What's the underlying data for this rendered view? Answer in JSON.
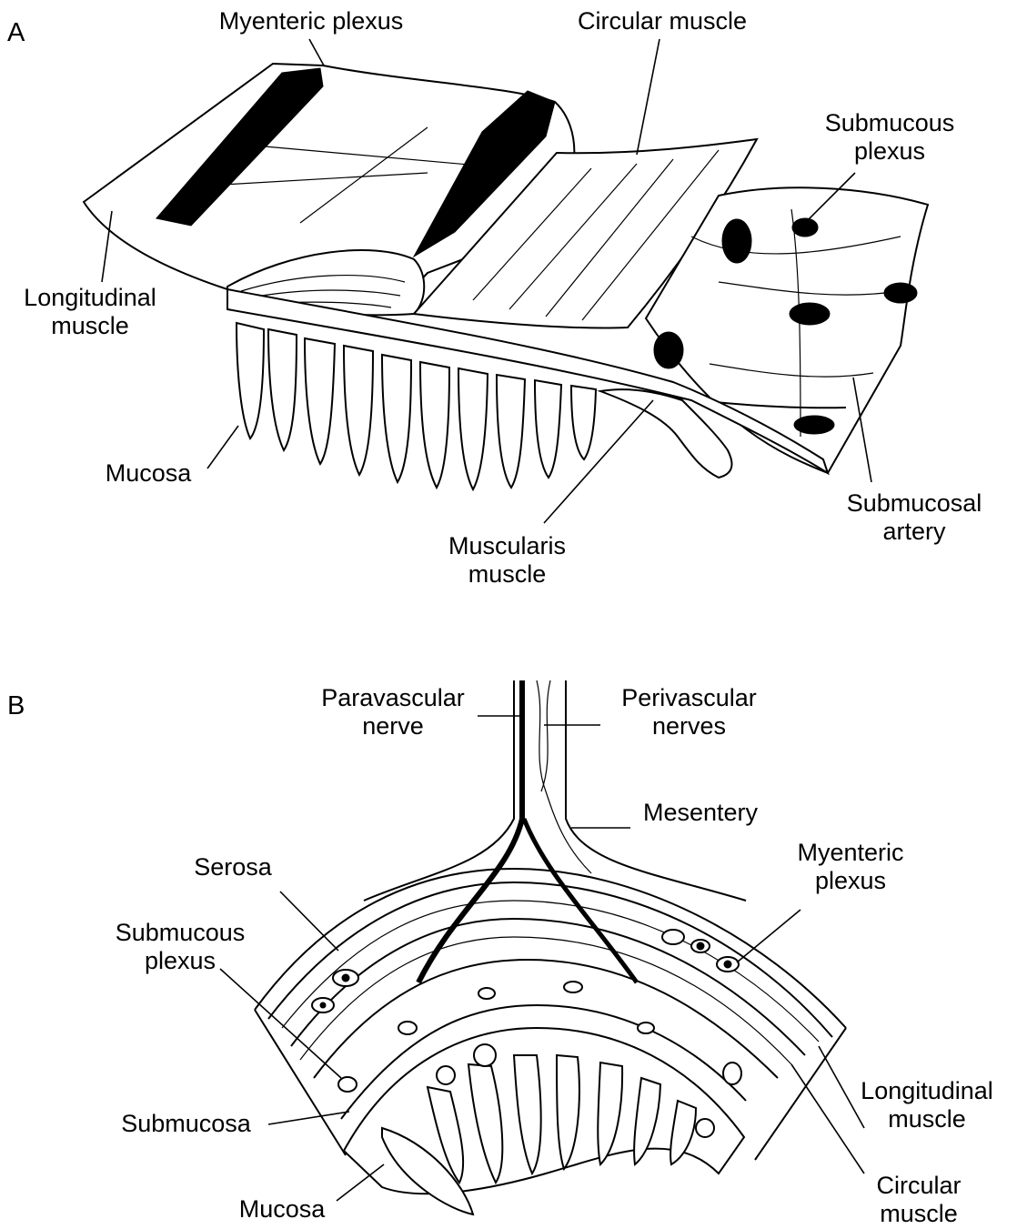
{
  "panel_a": {
    "letter": "A",
    "labels": {
      "myenteric_plexus": "Myenteric plexus",
      "circular_muscle": "Circular muscle",
      "submucous_plexus": "Submucous\nplexus",
      "longitudinal_muscle": "Longitudinal\nmuscle",
      "mucosa": "Mucosa",
      "submucosal_artery": "Submucosal\nartery",
      "muscularis_muscle": "Muscularis\nmuscle"
    }
  },
  "panel_b": {
    "letter": "B",
    "labels": {
      "paravascular_nerve": "Paravascular\nnerve",
      "perivascular_nerves": "Perivascular\nnerves",
      "mesentery": "Mesentery",
      "serosa": "Serosa",
      "myenteric_plexus": "Myenteric\nplexus",
      "submucous_plexus": "Submucous\nplexus",
      "submucosa": "Submucosa",
      "longitudinal_muscle": "Longitudinal\nmuscle",
      "mucosa": "Mucosa",
      "circular_muscle": "Circular\nmuscle"
    }
  }
}
